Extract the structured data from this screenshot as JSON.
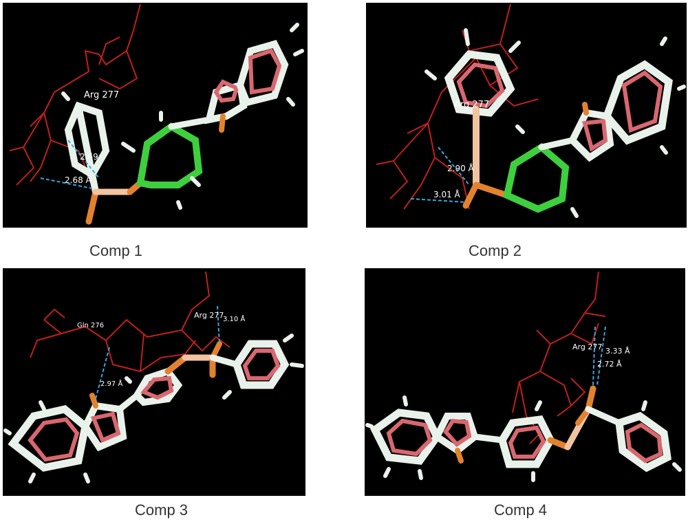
{
  "panels": [
    {
      "caption": "Comp 1",
      "residue_label": "Arg 277",
      "distances": [
        "2.69",
        "2.68 Å"
      ]
    },
    {
      "caption": "Comp 2",
      "residue_label": "Arg 277",
      "distances": [
        "2.90 Å",
        "3.01 Å"
      ]
    },
    {
      "caption": "Comp 3",
      "residue_labels": [
        "Gln 276",
        "Arg 277"
      ],
      "distances": [
        "3.10 Å",
        "2.97 Å"
      ]
    },
    {
      "caption": "Comp 4",
      "residue_label": "Arg 277",
      "distances": [
        "3.33 Å",
        "2.72 Å"
      ]
    }
  ],
  "colors": {
    "background": "#000000",
    "protein_residue": "#c0201c",
    "ligand_carbon_green": "#3ecf3e",
    "ring_pink": "#d9676f",
    "bond_white": "#e9f2ea",
    "oxygen_orange": "#e2822e",
    "phosphorus": "#f2c3a0",
    "hbond": "#34a8e0"
  }
}
